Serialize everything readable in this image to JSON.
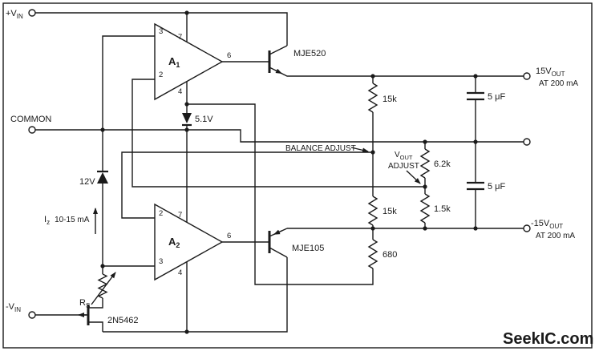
{
  "terminals": {
    "vin_pos": {
      "label": "+V",
      "sub": "IN"
    },
    "common": {
      "label": "COMMON"
    },
    "vin_neg": {
      "label": "-V",
      "sub": "IN"
    },
    "out_pos": {
      "label": "15V",
      "sub": "OUT",
      "rating": "AT 200 mA"
    },
    "out_neg": {
      "label": "-15V",
      "sub": "OUT",
      "rating": "AT 200 mA"
    }
  },
  "opamps": {
    "a1": {
      "name": "A",
      "sub": "1",
      "pin_in_top": "3",
      "pin_in_bottom": "2",
      "pin_top": "7",
      "pin_bottom": "4",
      "pin_out": "6"
    },
    "a2": {
      "name": "A",
      "sub": "2",
      "pin_in_top": "2",
      "pin_in_bottom": "3",
      "pin_top": "7",
      "pin_bottom": "4",
      "pin_out": "6"
    }
  },
  "transistors": {
    "pass_pos": "MJE520",
    "pass_neg": "MJE105",
    "jfet": "2N5462"
  },
  "resistors": {
    "r_top": "15k",
    "r_mid": "15k",
    "r_low": "680",
    "r_62": "6.2k",
    "r_15": "1.5k",
    "rs": {
      "label": "R",
      "sub": "S"
    }
  },
  "capacitors": {
    "c_top": "5 μF",
    "c_bottom": "5 μF"
  },
  "zeners": {
    "z_ref": "5.1V",
    "z_12": "12V"
  },
  "annotations": {
    "balance": "BALANCE ADJUST",
    "vout_adj_v": "V",
    "vout_adj_sub": "OUT",
    "vout_adj_word": "ADJUST",
    "iz_i": "I",
    "iz_sub": "z",
    "iz_value": "10-15 mA"
  },
  "watermark": {
    "text": "SeekIC.com",
    "color": "#9aa2a9"
  }
}
